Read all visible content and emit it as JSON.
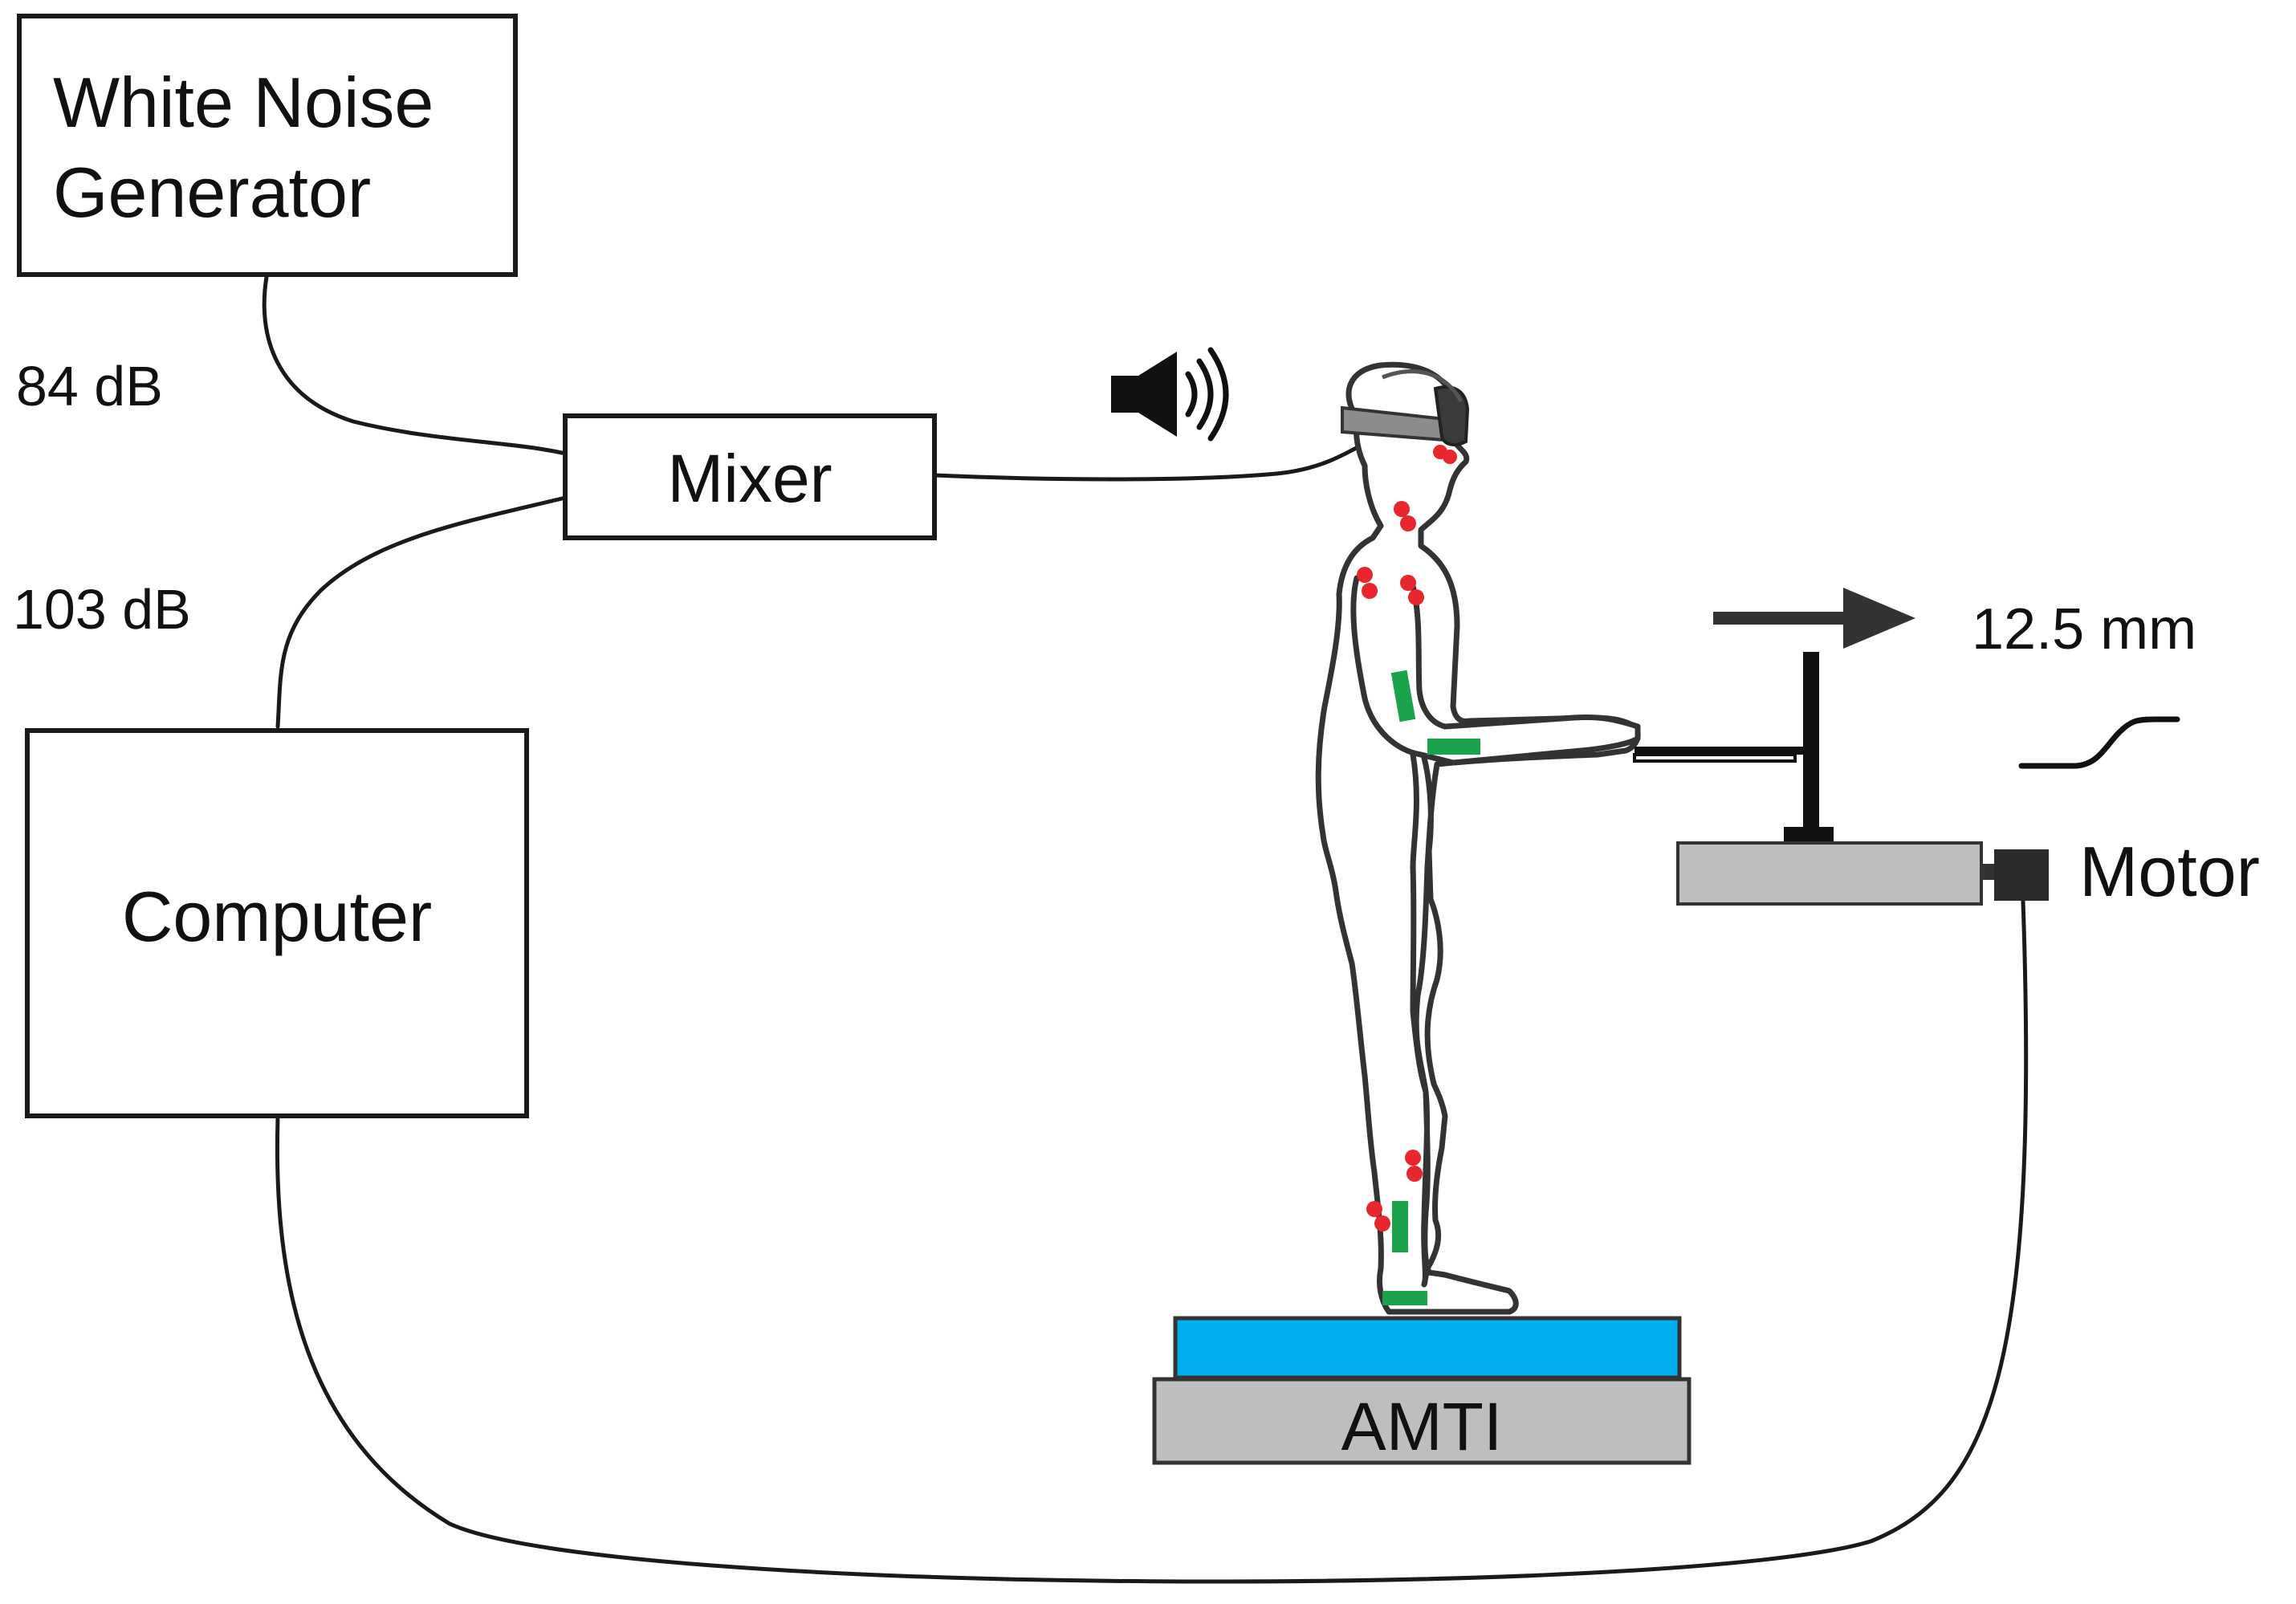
{
  "boxes": {
    "white_noise_line1": "White Noise",
    "white_noise_line2": "Generator",
    "mixer": "Mixer",
    "computer": "Computer"
  },
  "labels": {
    "noise_level": "84 dB",
    "computer_level": "103 dB",
    "displacement": "12.5 mm",
    "motor": "Motor",
    "force_plate": "AMTI"
  },
  "icons": {
    "speaker": "speaker-icon",
    "arrow": "arrow-right-icon",
    "profile": "ramp-profile-icon"
  },
  "colors": {
    "force_plate_top": "#00aeef",
    "force_plate_base": "#bcbec0",
    "motor_rail": "#bcbec0",
    "motor": "#2b2b2b",
    "reflective_markers": "#e8262d",
    "emg_sensors": "#1aa34a"
  }
}
